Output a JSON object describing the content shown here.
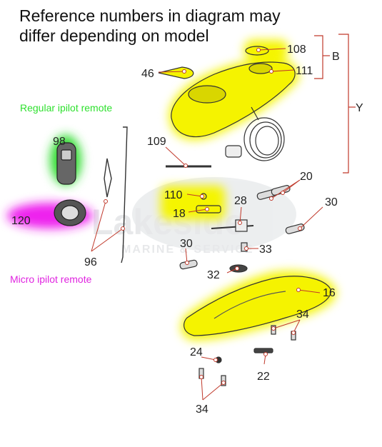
{
  "header": {
    "line1": "Reference numbers in diagram may",
    "line2": "differ depending on model"
  },
  "notes": {
    "regular": "Regular ipilot remote",
    "micro": "Micro ipilot remote"
  },
  "watermark": {
    "line1": "Lakeside",
    "line2": "MARINE & SERVICE"
  },
  "colors": {
    "highlight_yellow": "#f5f500",
    "highlight_green": "#33dd33",
    "highlight_magenta": "#ee22ee",
    "leader_red": "#c0392b",
    "note_green": "#2ee12e",
    "note_magenta": "#e025e0"
  },
  "bracket_labels": {
    "b": "B",
    "y": "Y"
  },
  "callouts": {
    "n108": "108",
    "n111": "111",
    "n46": "46",
    "n109": "109",
    "n98": "98",
    "n120": "120",
    "n96": "96",
    "n20": "20",
    "n110": "110",
    "n28": "28",
    "n30a": "30",
    "n18": "18",
    "n30b": "30",
    "n33": "33",
    "n32": "32",
    "n16": "16",
    "n34a": "34",
    "n24": "24",
    "n22": "22",
    "n34b": "34"
  }
}
